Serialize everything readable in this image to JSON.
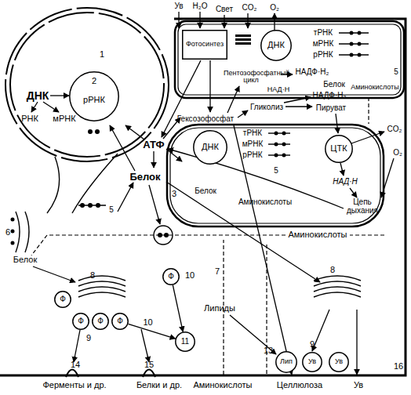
{
  "diagram": {
    "nodes": [
      {
        "text": [
          "16"
        ]
      },
      {
        "text": [
          "1",
          "ДНК",
          "РНК",
          "мРНК"
        ],
        "in": 0
      },
      {
        "text": [
          "2",
          "рРНК"
        ],
        "in": 1
      },
      {
        "text": [
          "тРНК",
          "мРНК",
          "рРНК",
          "5",
          "Белок",
          "Аминокислоты",
          "НАД·Н"
        ],
        "in": 0
      },
      {
        "text": [
          "Фотосинтез"
        ],
        "in": 3
      },
      {
        "text": [
          "ДНК"
        ],
        "in": 3
      },
      {
        "text": [
          "3",
          "тРНК",
          "мРНК",
          "рРНК",
          "5",
          "Белок",
          "Аминокислоты",
          "НАД·Н",
          "Цепь дыхания"
        ],
        "in": 0
      },
      {
        "text": [
          "ДНК"
        ],
        "in": 6
      },
      {
        "text": [
          "ЦТК"
        ],
        "in": 6
      },
      {
        "text": [
          "Ф"
        ],
        "in": 0
      },
      {
        "text": [
          "Ф"
        ],
        "in": 0
      },
      {
        "text": [
          "Ф"
        ],
        "in": 0
      },
      {
        "text": [
          "Ф"
        ],
        "in": 0
      },
      {
        "text": [
          "Ф"
        ],
        "in": 0
      },
      {
        "text": [
          "11"
        ],
        "in": 0
      },
      {
        "text": [
          "Лип"
        ],
        "in": 0
      },
      {
        "text": [
          "Ув"
        ],
        "in": 0
      },
      {
        "text": [
          "Ув"
        ],
        "in": 0
      }
    ],
    "edges": [
      {
        "from": 9,
        "to": 14,
        "arrow": "to"
      },
      {
        "from": 13,
        "to": 14,
        "label": "10",
        "arrow": "to"
      }
    ],
    "labels": [
      "Ув",
      "H₂O",
      "Свет",
      "CO₂",
      "O₂",
      "НАДФ·Н₂",
      "Пентозофосфатный цикл",
      "Гексозофосфат",
      "Гликолиз",
      "НАДФ·Н₂",
      "Пируват",
      "АТФ",
      "CO₂",
      "O₂",
      "Белок",
      "5",
      "6",
      "Аминокислоты",
      "Белок",
      "7",
      "8",
      "10",
      "8",
      "Липиды",
      "9",
      "9",
      "13",
      "14",
      "15",
      "Ферменты и др.",
      "Белки и др.",
      "Аминокислоты",
      "Целлюлоза",
      "Ув"
    ]
  }
}
